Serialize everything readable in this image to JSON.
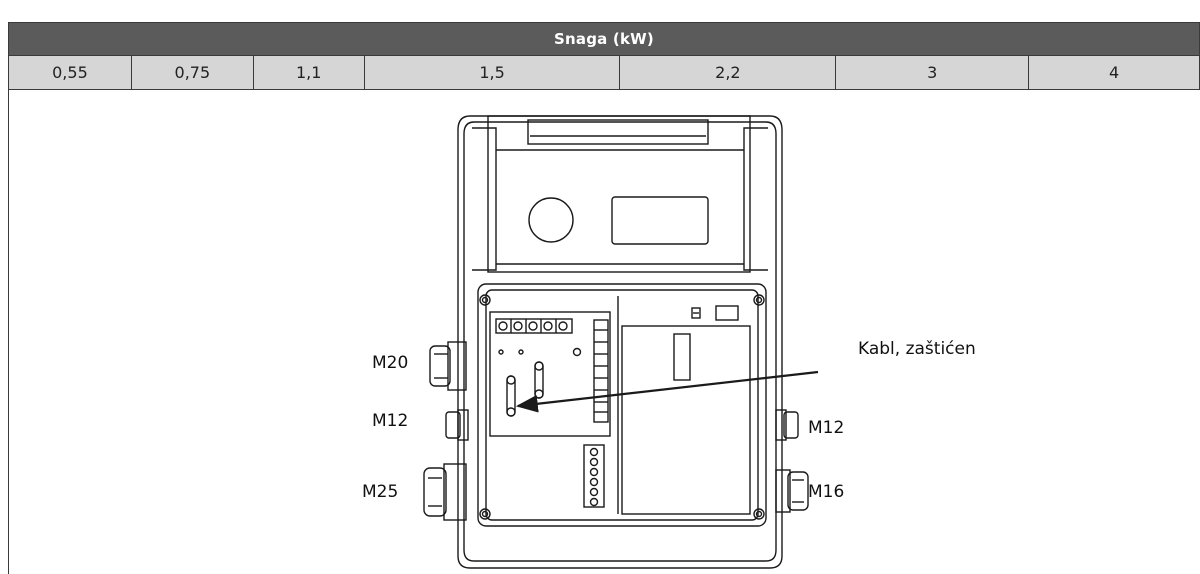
{
  "table": {
    "header": "Snaga (kW)",
    "power_values": [
      "0,55",
      "0,75",
      "1,1",
      "1,5",
      "2,2",
      "3",
      "4"
    ]
  },
  "diagram": {
    "gland_left_top": "M20",
    "gland_left_middle": "M12",
    "gland_left_bottom": "M25",
    "gland_right_middle": "M12",
    "gland_right_bottom": "M16",
    "cable_callout": "Kabl, zaštićen"
  },
  "colors": {
    "header_bg": "#5b5b5b",
    "row_bg": "#d6d6d6",
    "line": "#1a1a1a"
  }
}
